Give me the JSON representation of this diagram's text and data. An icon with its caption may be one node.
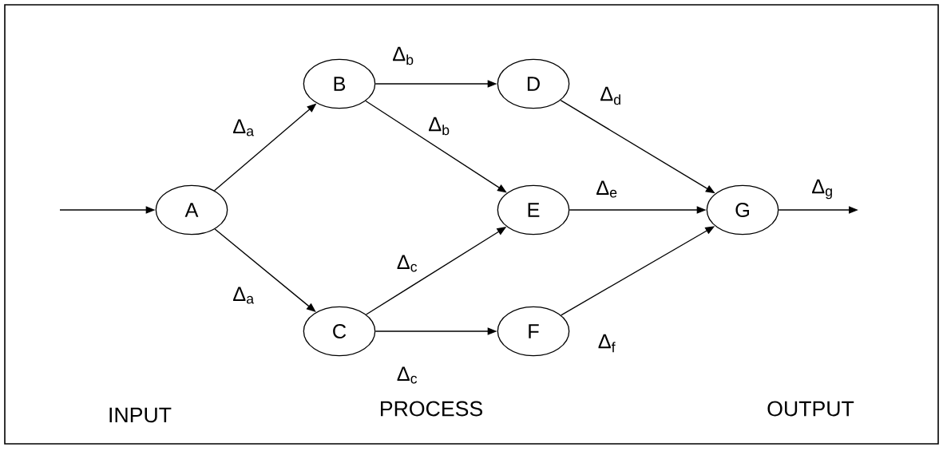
{
  "diagram": {
    "nodes": [
      {
        "text": [
          "A"
        ]
      },
      {
        "text": [
          "B"
        ]
      },
      {
        "text": [
          "C"
        ]
      },
      {
        "text": [
          "D"
        ]
      },
      {
        "text": [
          "E"
        ]
      },
      {
        "text": [
          "F"
        ]
      },
      {
        "text": [
          "G"
        ]
      }
    ],
    "edges": [
      {
        "from": null,
        "to": 0,
        "arrow": "to"
      },
      {
        "from": 0,
        "to": 1,
        "arrow": "to",
        "label": "Δ$_{a}$"
      },
      {
        "from": 0,
        "to": 2,
        "arrow": "to",
        "label": "Δ$_{a}$"
      },
      {
        "from": 1,
        "to": 3,
        "arrow": "to",
        "label": "Δ$_{b}$"
      },
      {
        "from": 1,
        "to": 4,
        "arrow": "to",
        "label": "Δ$_{b}$"
      },
      {
        "from": 2,
        "to": 4,
        "arrow": "to",
        "label": "Δ$_{c}$"
      },
      {
        "from": 2,
        "to": 5,
        "arrow": "to",
        "label": "Δ$_{c}$"
      },
      {
        "from": 3,
        "to": 6,
        "arrow": "to",
        "label": "Δ$_{d}$"
      },
      {
        "from": 4,
        "to": 6,
        "arrow": "to",
        "label": "Δ$_{e}$"
      },
      {
        "from": 5,
        "to": 6,
        "arrow": "to",
        "label": "Δ$_{f}$"
      },
      {
        "from": 6,
        "to": null,
        "arrow": "to",
        "label": "Δ$_{g}$"
      }
    ],
    "labels": [
      "INPUT",
      "PROCESS",
      "OUTPUT"
    ]
  }
}
